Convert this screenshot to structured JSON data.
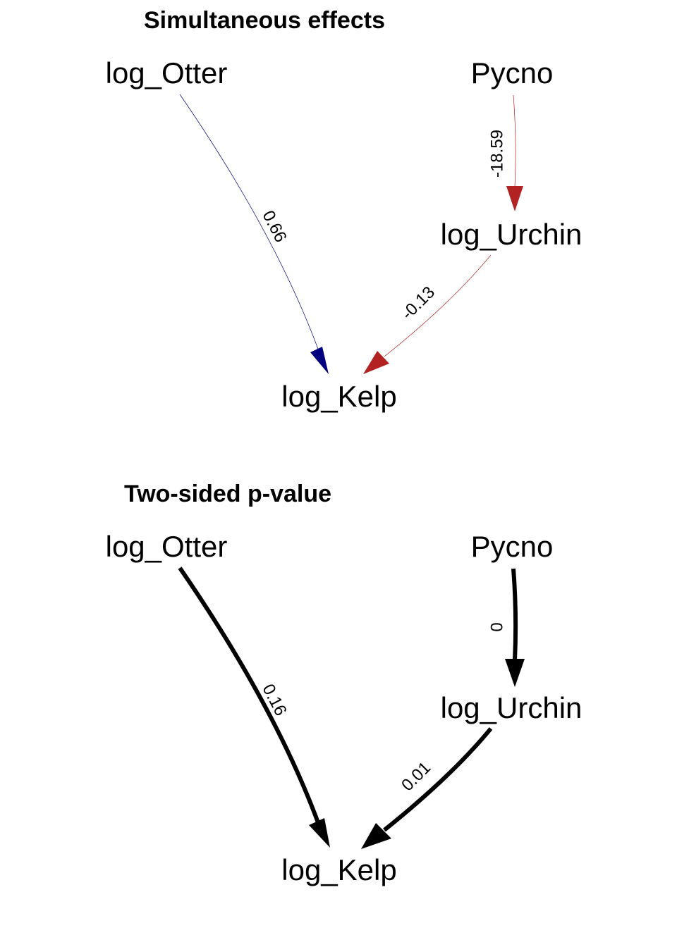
{
  "colors": {
    "positive": "#00007f",
    "negative": "#b22222",
    "pvalue": "#000000"
  },
  "panels": [
    {
      "title": "Simultaneous effects",
      "nodes": {
        "otter": "log_Otter",
        "pycno": "Pycno",
        "urchin": "log_Urchin",
        "kelp": "log_Kelp"
      },
      "edges": [
        {
          "from": "log_Otter",
          "to": "log_Kelp",
          "label": "0.66",
          "sign": "positive"
        },
        {
          "from": "Pycno",
          "to": "log_Urchin",
          "label": "-18.59",
          "sign": "negative"
        },
        {
          "from": "log_Urchin",
          "to": "log_Kelp",
          "label": "-0.13",
          "sign": "negative"
        }
      ]
    },
    {
      "title": "Two-sided p-value",
      "nodes": {
        "otter": "log_Otter",
        "pycno": "Pycno",
        "urchin": "log_Urchin",
        "kelp": "log_Kelp"
      },
      "edges": [
        {
          "from": "log_Otter",
          "to": "log_Kelp",
          "label": "0.16"
        },
        {
          "from": "Pycno",
          "to": "log_Urchin",
          "label": "0"
        },
        {
          "from": "log_Urchin",
          "to": "log_Kelp",
          "label": "0.01"
        }
      ]
    }
  ]
}
